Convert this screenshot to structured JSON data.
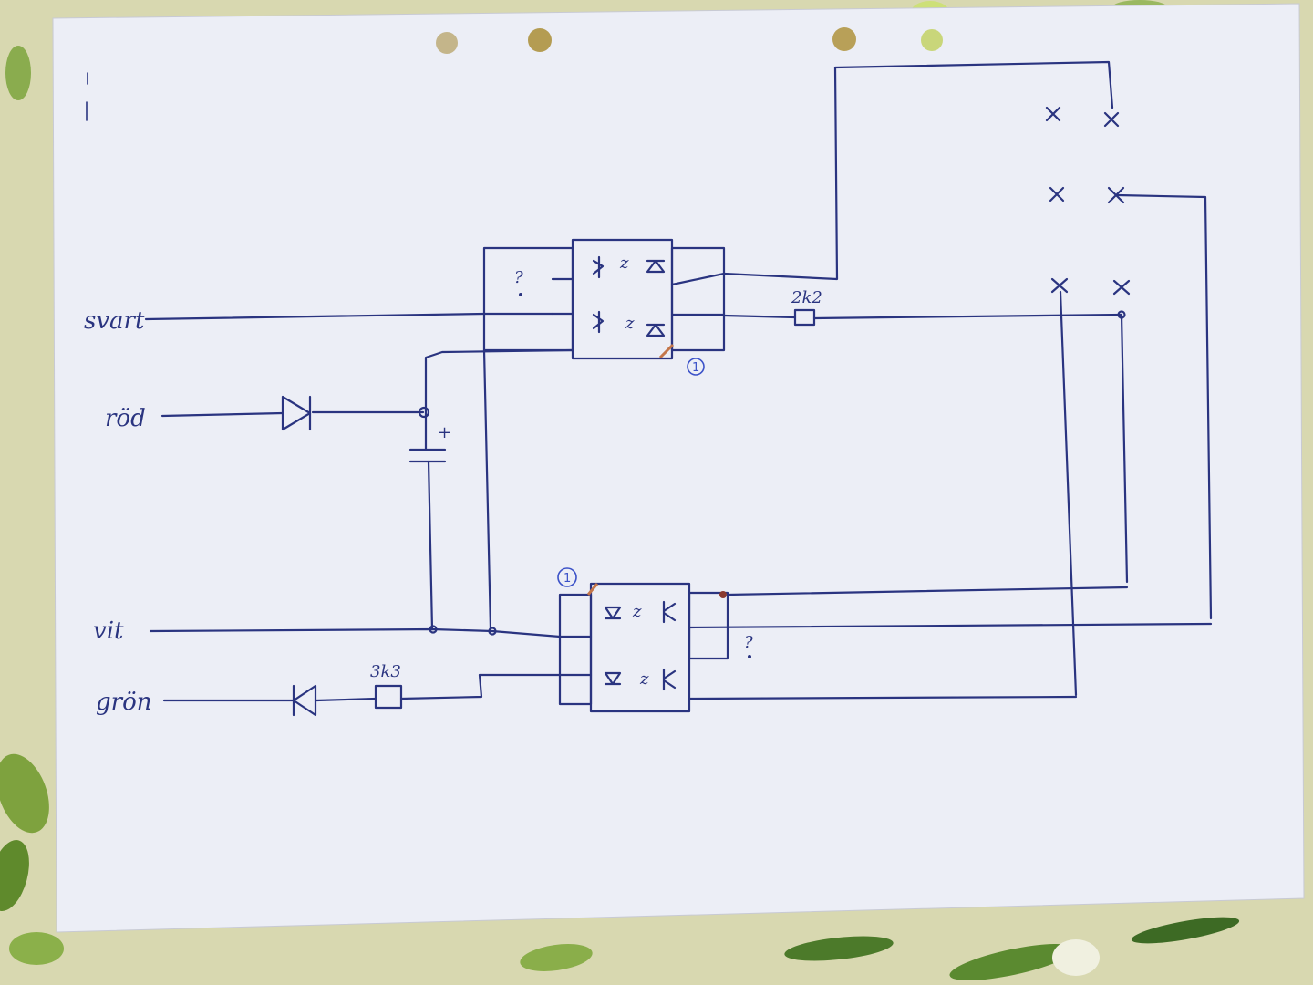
{
  "wires": {
    "svart": "svart",
    "rod": "röd",
    "vit": "vit",
    "gron": "grön"
  },
  "components": {
    "resistor_top": "2k2",
    "resistor_bottom": "3k3",
    "cap_polarity": "+",
    "unknown_top": "?",
    "unknown_bottom": "?",
    "pin_marker_top": "1",
    "pin_marker_bottom": "1",
    "optocoupler_mark": "z"
  },
  "colors": {
    "ink": "#2a3480",
    "paper": "#eef0f6",
    "cloth": "#dcdcb8",
    "leaf": "#6f9a3a"
  }
}
